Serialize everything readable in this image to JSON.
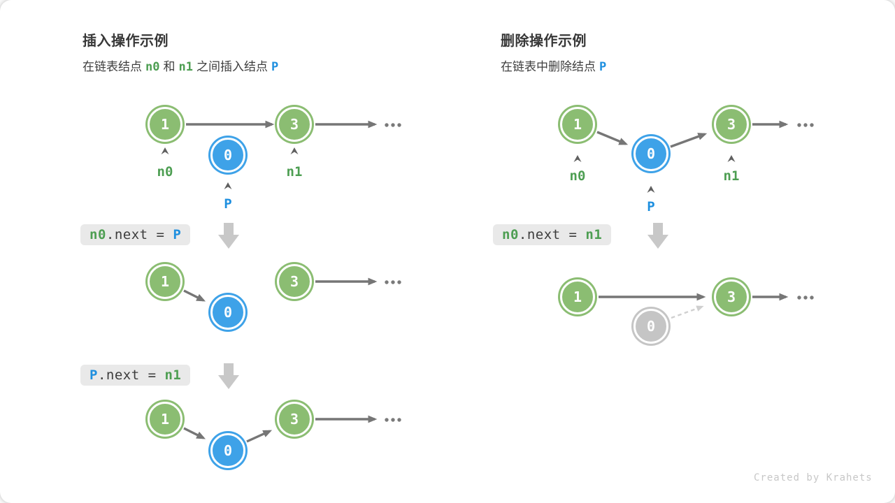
{
  "insert_panel": {
    "title": "插入操作示例",
    "subtitle": {
      "seg1": "在链表结点",
      "n0": "n0",
      "seg2": "和",
      "n1": "n1",
      "seg3": "之间插入结点",
      "p": "P"
    },
    "step1": {
      "nodes": {
        "node1": "1",
        "node3": "3",
        "nodeP": "0"
      },
      "labels": {
        "n0": "n0",
        "n1": "n1",
        "p": "P"
      }
    },
    "code1": {
      "lhs": "n0",
      "mid": ".next = ",
      "rhs": "P"
    },
    "step2": {
      "nodes": {
        "node1": "1",
        "nodeP": "0",
        "node3": "3"
      }
    },
    "code2": {
      "lhs": "P",
      "mid": ".next = ",
      "rhs": "n1"
    },
    "step3": {
      "nodes": {
        "node1": "1",
        "nodeP": "0",
        "node3": "3"
      }
    },
    "ellipsis_text": "..."
  },
  "delete_panel": {
    "title": "删除操作示例",
    "subtitle": {
      "seg1": "在链表中删除结点",
      "p": "P"
    },
    "step1": {
      "nodes": {
        "node1": "1",
        "nodeP": "0",
        "node3": "3"
      },
      "labels": {
        "n0": "n0",
        "p": "P",
        "n1": "n1"
      }
    },
    "code1": {
      "lhs": "n0",
      "mid": ".next = ",
      "rhs": "n1"
    },
    "step2": {
      "nodes": {
        "node1": "1",
        "node3": "3",
        "nodeP": "0"
      }
    },
    "ellipsis_text": "..."
  },
  "footer": {
    "credit": "Created by Krahets"
  },
  "colors": {
    "node_green": "#8BBD72",
    "node_blue": "#3EA2E8",
    "node_gray": "#C5C5C5",
    "token_green": "#4D9E52",
    "token_blue": "#1E8FDF",
    "arrow_gray": "#767676",
    "block_arrow_gray": "#C8C8C8",
    "dashed_gray": "#D0D0D0",
    "code_box_bg": "#E9E9E9",
    "text_dark": "#3B3B3B"
  }
}
